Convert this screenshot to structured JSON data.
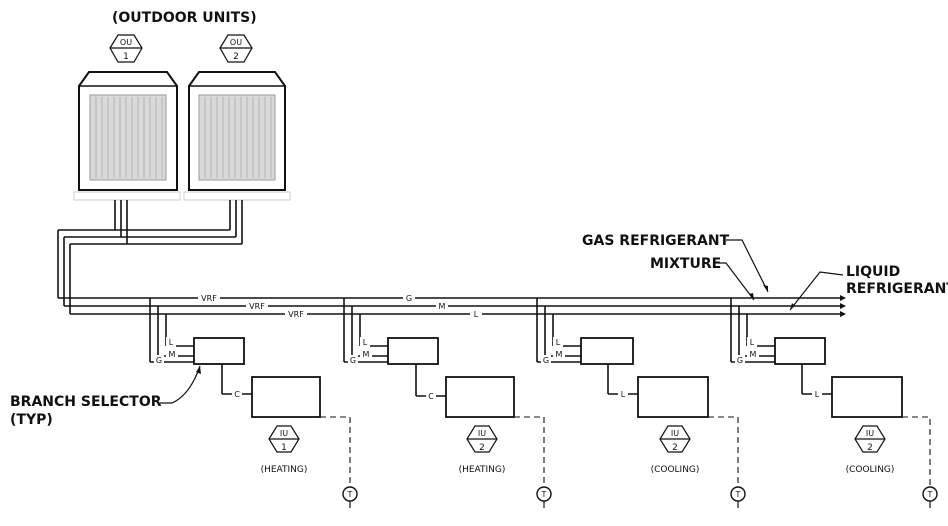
{
  "labels": {
    "outdoor_units": "(OUTDOOR UNITS)",
    "gas_refrigerant": "GAS REFRIGERANT",
    "mixture": "MIXTURE",
    "liquid_line1": "LIQUID",
    "liquid_line2": "REFRIGERANT",
    "branch_selector_line1": "BRANCH SELECTOR",
    "branch_selector_line2": "(TYP)"
  },
  "pipe_labels": {
    "vrf": "VRF",
    "g": "G",
    "m": "M",
    "l": "L",
    "c": "C"
  },
  "outdoor_units": [
    {
      "tag": "OU",
      "number": "1"
    },
    {
      "tag": "OU",
      "number": "2"
    }
  ],
  "indoor_units": [
    {
      "tag": "IU",
      "number": "1",
      "mode": "(HEATING)",
      "connection": "C"
    },
    {
      "tag": "IU",
      "number": "2",
      "mode": "(HEATING)",
      "connection": "C"
    },
    {
      "tag": "IU",
      "number": "2",
      "mode": "(COOLING)",
      "connection": "L"
    },
    {
      "tag": "IU",
      "number": "2",
      "mode": "(COOLING)",
      "connection": "L"
    }
  ],
  "thermostat_symbol": "T"
}
